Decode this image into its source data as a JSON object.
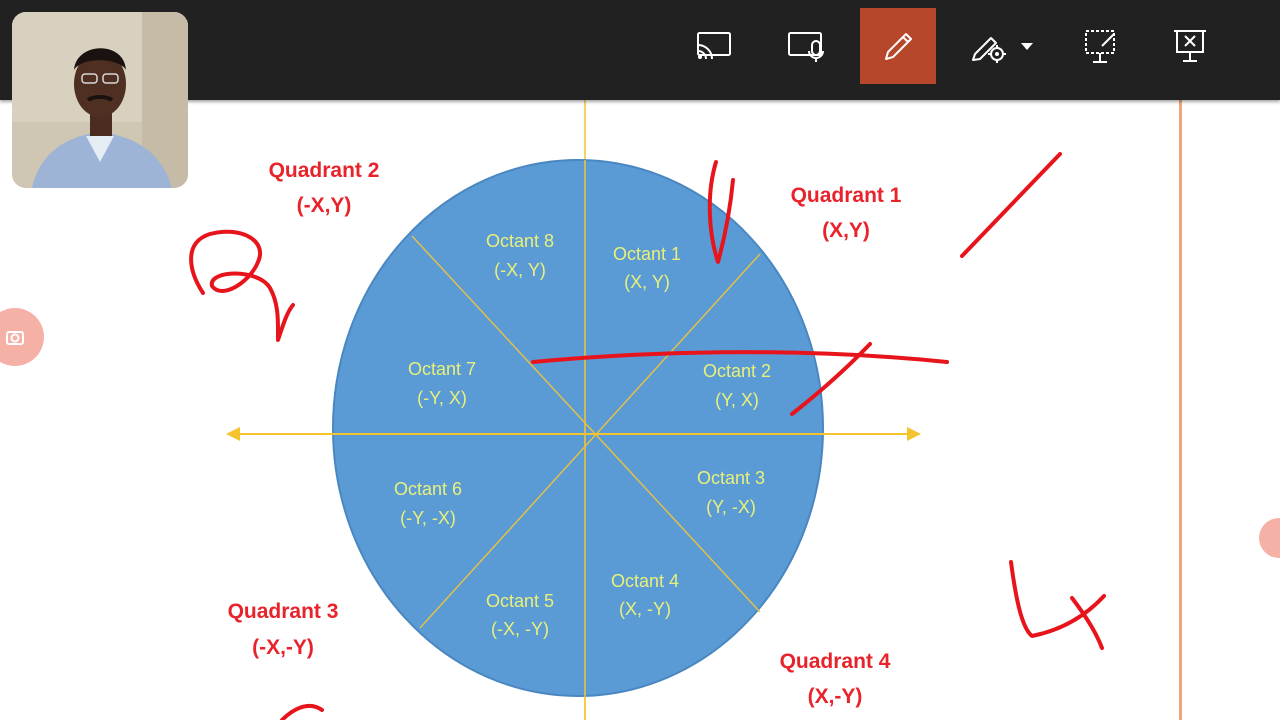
{
  "toolbar": {
    "buttons": [
      {
        "id": "screen-share",
        "icon": "screen-cast-icon"
      },
      {
        "id": "present-with-mic",
        "icon": "screen-mic-icon"
      },
      {
        "id": "pen",
        "icon": "pen-icon",
        "active": true
      },
      {
        "id": "pen-settings",
        "icon": "pen-settings-dropdown-icon"
      },
      {
        "id": "stop-drawing",
        "icon": "erase-ink-icon"
      },
      {
        "id": "end-presentation",
        "icon": "close-presentation-icon"
      }
    ],
    "active_color": "#b7472a"
  },
  "slide": {
    "quadrants": [
      {
        "title": "Quadrant 2",
        "coords": "(-X,Y)"
      },
      {
        "title": "Quadrant 1",
        "coords": "(X,Y)"
      },
      {
        "title": "Quadrant 3",
        "coords": "(-X,-Y)"
      },
      {
        "title": "Quadrant 4",
        "coords": "(X,-Y)"
      }
    ],
    "octants": [
      {
        "title": "Octant 1",
        "coords": "(X, Y)"
      },
      {
        "title": "Octant 2",
        "coords": "(Y, X)"
      },
      {
        "title": "Octant 3",
        "coords": "(Y, -X)"
      },
      {
        "title": "Octant 4",
        "coords": "(X, -Y)"
      },
      {
        "title": "Octant 5",
        "coords": "(-X, -Y)"
      },
      {
        "title": "Octant 6",
        "coords": "(-Y, -X)"
      },
      {
        "title": "Octant 7",
        "coords": "(-Y, X)"
      },
      {
        "title": "Octant 8",
        "coords": "(-X, Y)"
      }
    ],
    "circle_color": "#5b9bd5",
    "axis_color": "#f4c430",
    "quadrant_label_color": "#e8232b",
    "octant_label_color": "#e9f07a",
    "ink_color": "#e8141c"
  }
}
